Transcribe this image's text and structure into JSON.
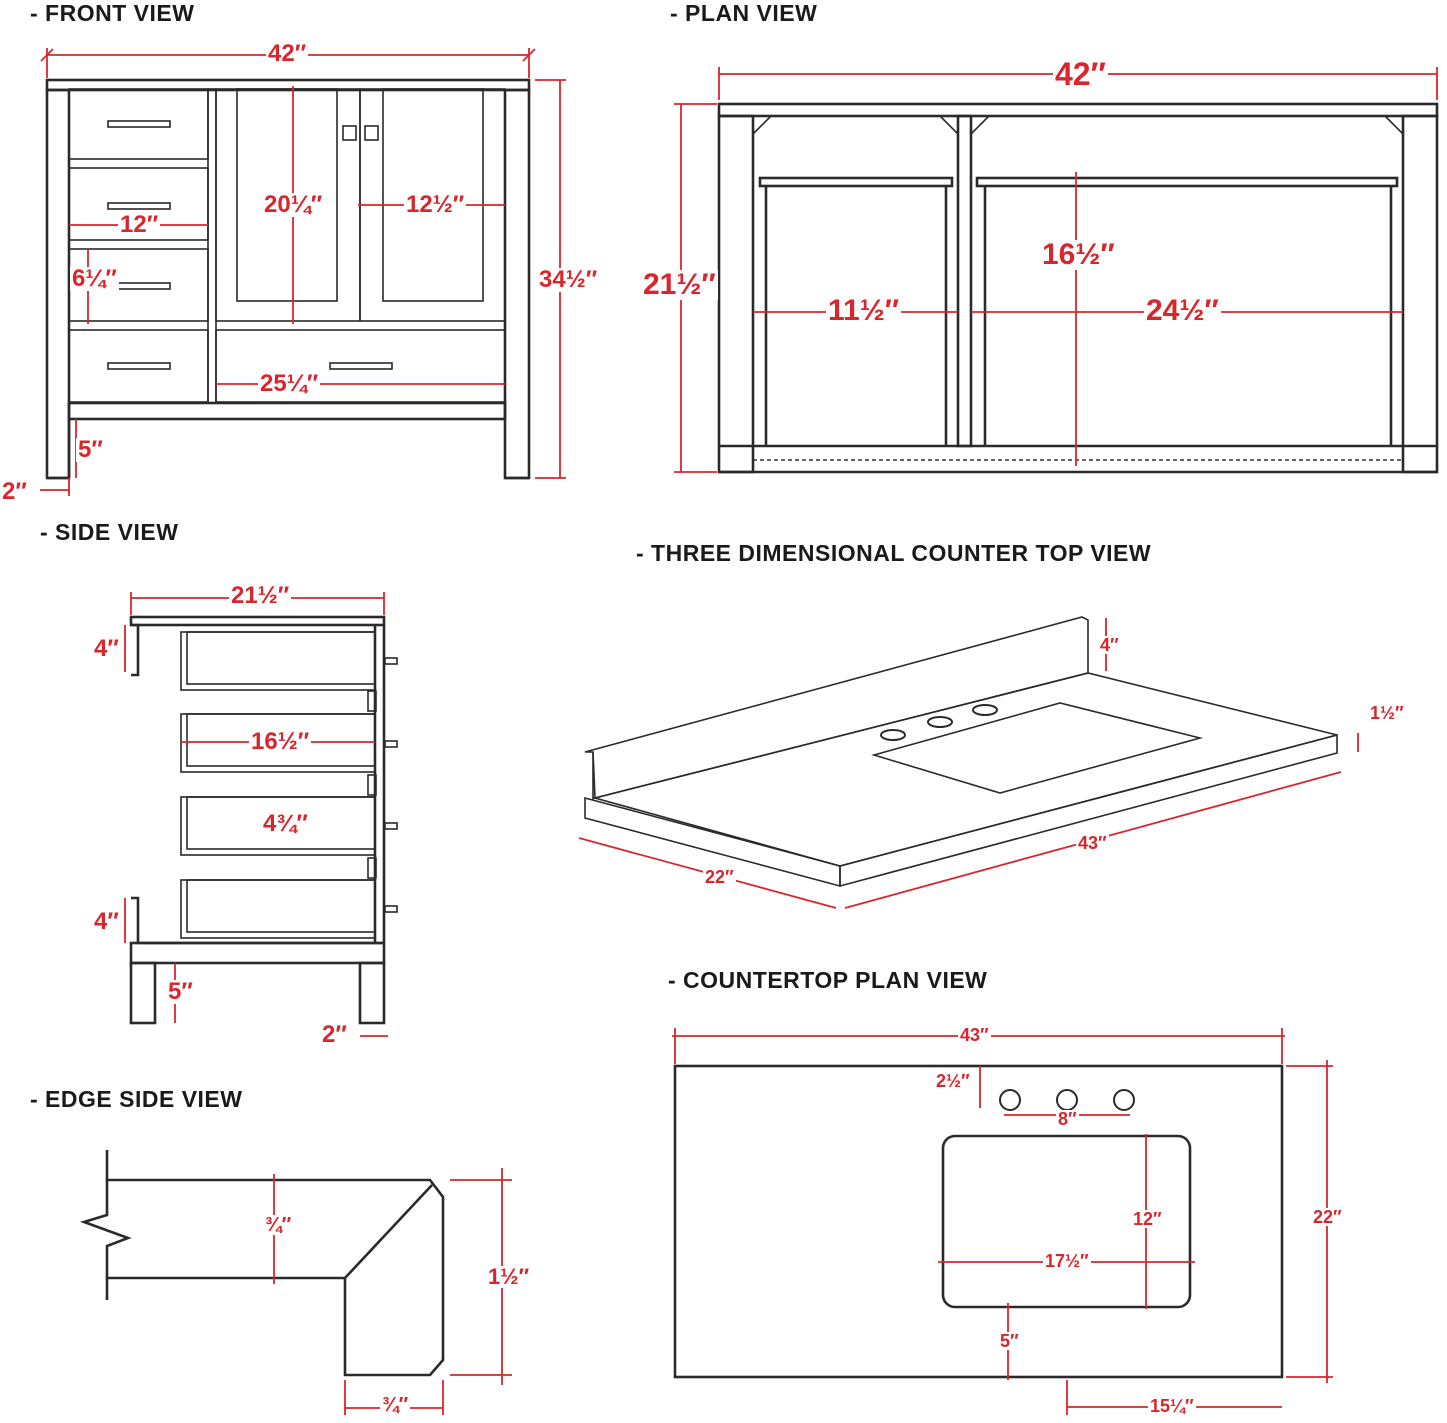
{
  "colors": {
    "dimension": "#d8262c",
    "line": "#2a2a2a",
    "background": "#ffffff"
  },
  "views": {
    "front": "- FRONT VIEW",
    "plan": "- PLAN VIEW",
    "side": "- SIDE VIEW",
    "counter3d": "- THREE DIMENSIONAL COUNTER TOP VIEW",
    "edge": "- EDGE SIDE VIEW",
    "counterPlan": "- COUNTERTOP PLAN VIEW"
  },
  "dims": {
    "front_width": "42″",
    "front_height": "34½″",
    "front_door_height": "20¼″",
    "front_door_width": "12½″",
    "front_drawer_width": "12″",
    "front_drawer_height": "6¼″",
    "front_bottom_drawer": "25¼″",
    "front_toe_height": "5″",
    "front_leg": "2″",
    "plan_width": "42″",
    "plan_depth": "21½″",
    "plan_left": "11½″",
    "plan_right": "24½″",
    "plan_inner_depth": "16½″",
    "side_depth": "21½″",
    "side_top_rail": "4″",
    "side_drawer_depth": "16½″",
    "side_drawer_height": "4¾″",
    "side_bottom_rail": "4″",
    "side_toe": "5″",
    "side_leg": "2″",
    "ct_backsplash": "4″",
    "ct_thickness": "1½″",
    "ct_length": "43″",
    "ct_depth": "22″",
    "edge_top": "¾″",
    "edge_total": "1½″",
    "edge_bottom": "¾″",
    "cp_width": "43″",
    "cp_depth": "22″",
    "cp_hole_offset": "2½″",
    "cp_hole_spread": "8″",
    "cp_sink_depth": "12″",
    "cp_sink_width": "17½″",
    "cp_front_gap": "5″",
    "cp_side_offset": "15¼″"
  }
}
